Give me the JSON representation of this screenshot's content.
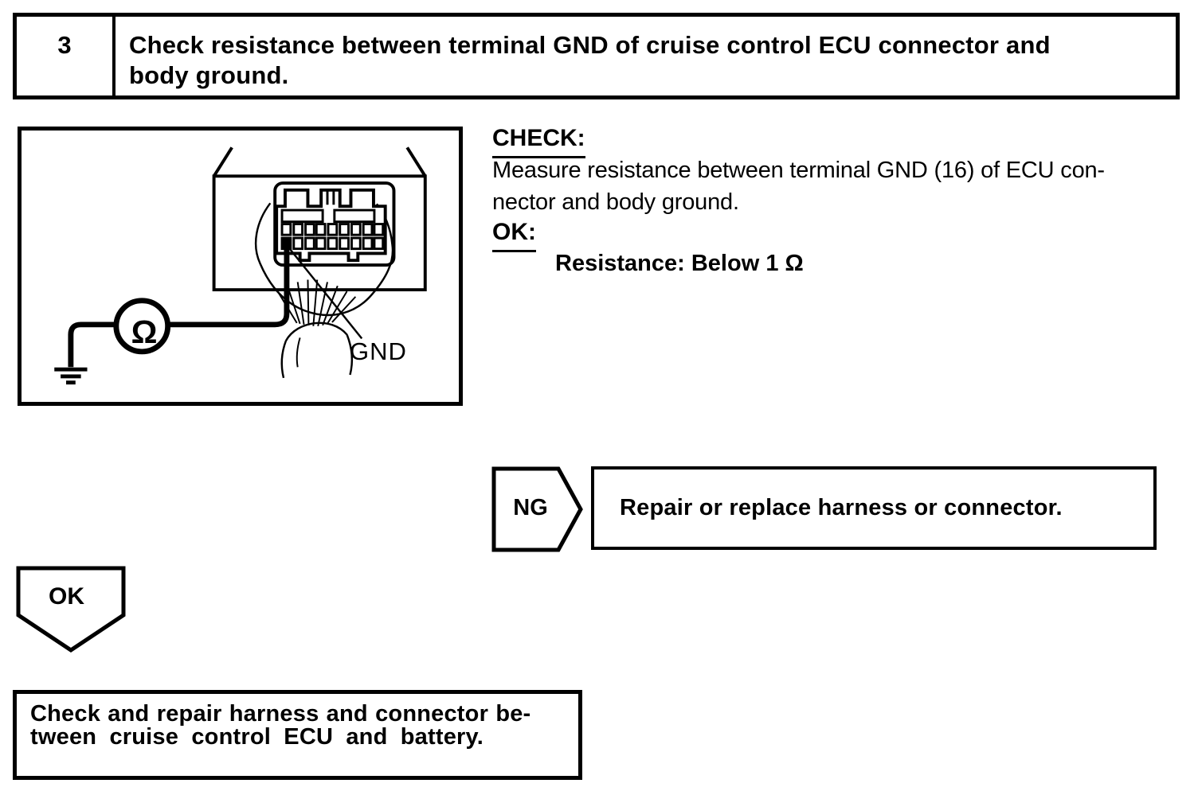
{
  "colors": {
    "ink": "#000000",
    "paper": "#ffffff"
  },
  "header": {
    "step_number": "3",
    "title_line1": "Check resistance between terminal GND of cruise control ECU connector and",
    "title_line2": "body ground."
  },
  "diagram": {
    "ohm_symbol": "Ω",
    "gnd_label": "GND"
  },
  "instructions": {
    "check_label": "CHECK:",
    "check_line1": "Measure resistance between terminal GND (16) of ECU con-",
    "check_line2": "nector and body ground.",
    "ok_label": "OK:",
    "resistance_spec": "Resistance: Below 1 Ω"
  },
  "ng_branch": {
    "label": "NG",
    "action": "Repair or replace harness or connector."
  },
  "ok_branch": {
    "label": "OK"
  },
  "result_box": {
    "line1": "Check and repair harness and connector be-",
    "line2": "tween cruise control ECU and battery."
  }
}
